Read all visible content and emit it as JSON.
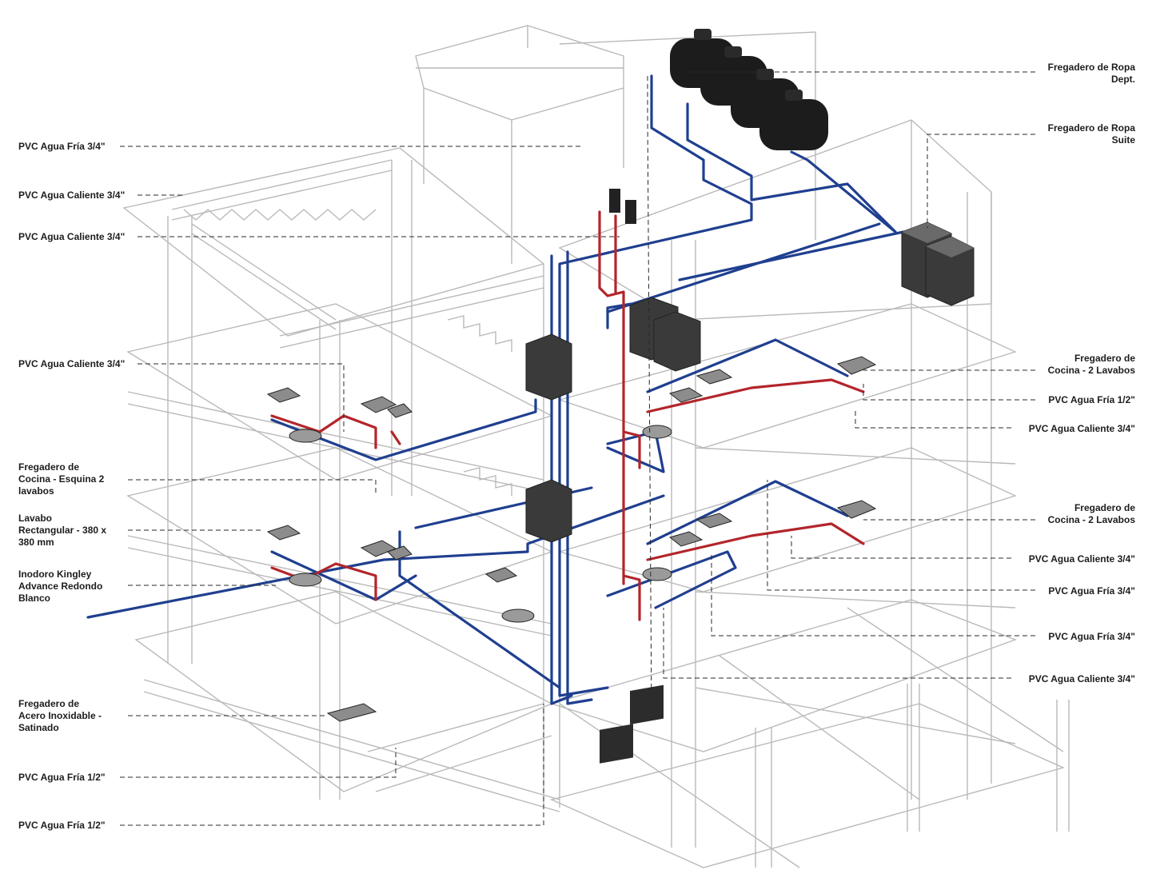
{
  "colors": {
    "cold_pipe": "#1f3f8f",
    "hot_pipe": "#b3252b",
    "structure": "#b9b9b9",
    "fixture": "#3a3a3a",
    "tank": "#1c1c1c"
  },
  "labels_left": [
    {
      "key": "l1",
      "text": "PVC Agua Fría 3/4\""
    },
    {
      "key": "l2",
      "text": "PVC Agua Caliente 3/4\""
    },
    {
      "key": "l3",
      "text": "PVC Agua Caliente 3/4\""
    },
    {
      "key": "l4",
      "text": "PVC Agua Caliente 3/4\""
    },
    {
      "key": "l5",
      "text": "Fregadero de\nCocina - Esquina 2\nlavabos"
    },
    {
      "key": "l6",
      "text": "Lavabo\nRectangular - 380 x\n380 mm"
    },
    {
      "key": "l7",
      "text": "Inodoro Kingley\nAdvance Redondo\nBlanco"
    },
    {
      "key": "l8",
      "text": "Fregadero de\nAcero Inoxidable -\nSatinado"
    },
    {
      "key": "l9",
      "text": "PVC Agua Fría 1/2\""
    },
    {
      "key": "l10",
      "text": "PVC Agua Fría 1/2\""
    }
  ],
  "labels_right": [
    {
      "key": "r1",
      "text": "Fregadero de Ropa\nDept."
    },
    {
      "key": "r2",
      "text": "Fregadero de Ropa\nSuite"
    },
    {
      "key": "r3",
      "text": "Fregadero de\nCocina - 2 Lavabos"
    },
    {
      "key": "r4",
      "text": "PVC Agua Fría 1/2\""
    },
    {
      "key": "r5",
      "text": "PVC Agua Caliente 3/4\""
    },
    {
      "key": "r6",
      "text": "Fregadero de\nCocina - 2 Lavabos"
    },
    {
      "key": "r7",
      "text": "PVC Agua Caliente 3/4\""
    },
    {
      "key": "r8",
      "text": "PVC Agua Fría 3/4\""
    },
    {
      "key": "r9",
      "text": "PVC Agua Fría 3/4\""
    },
    {
      "key": "r10",
      "text": "PVC Agua Caliente 3/4\""
    }
  ]
}
